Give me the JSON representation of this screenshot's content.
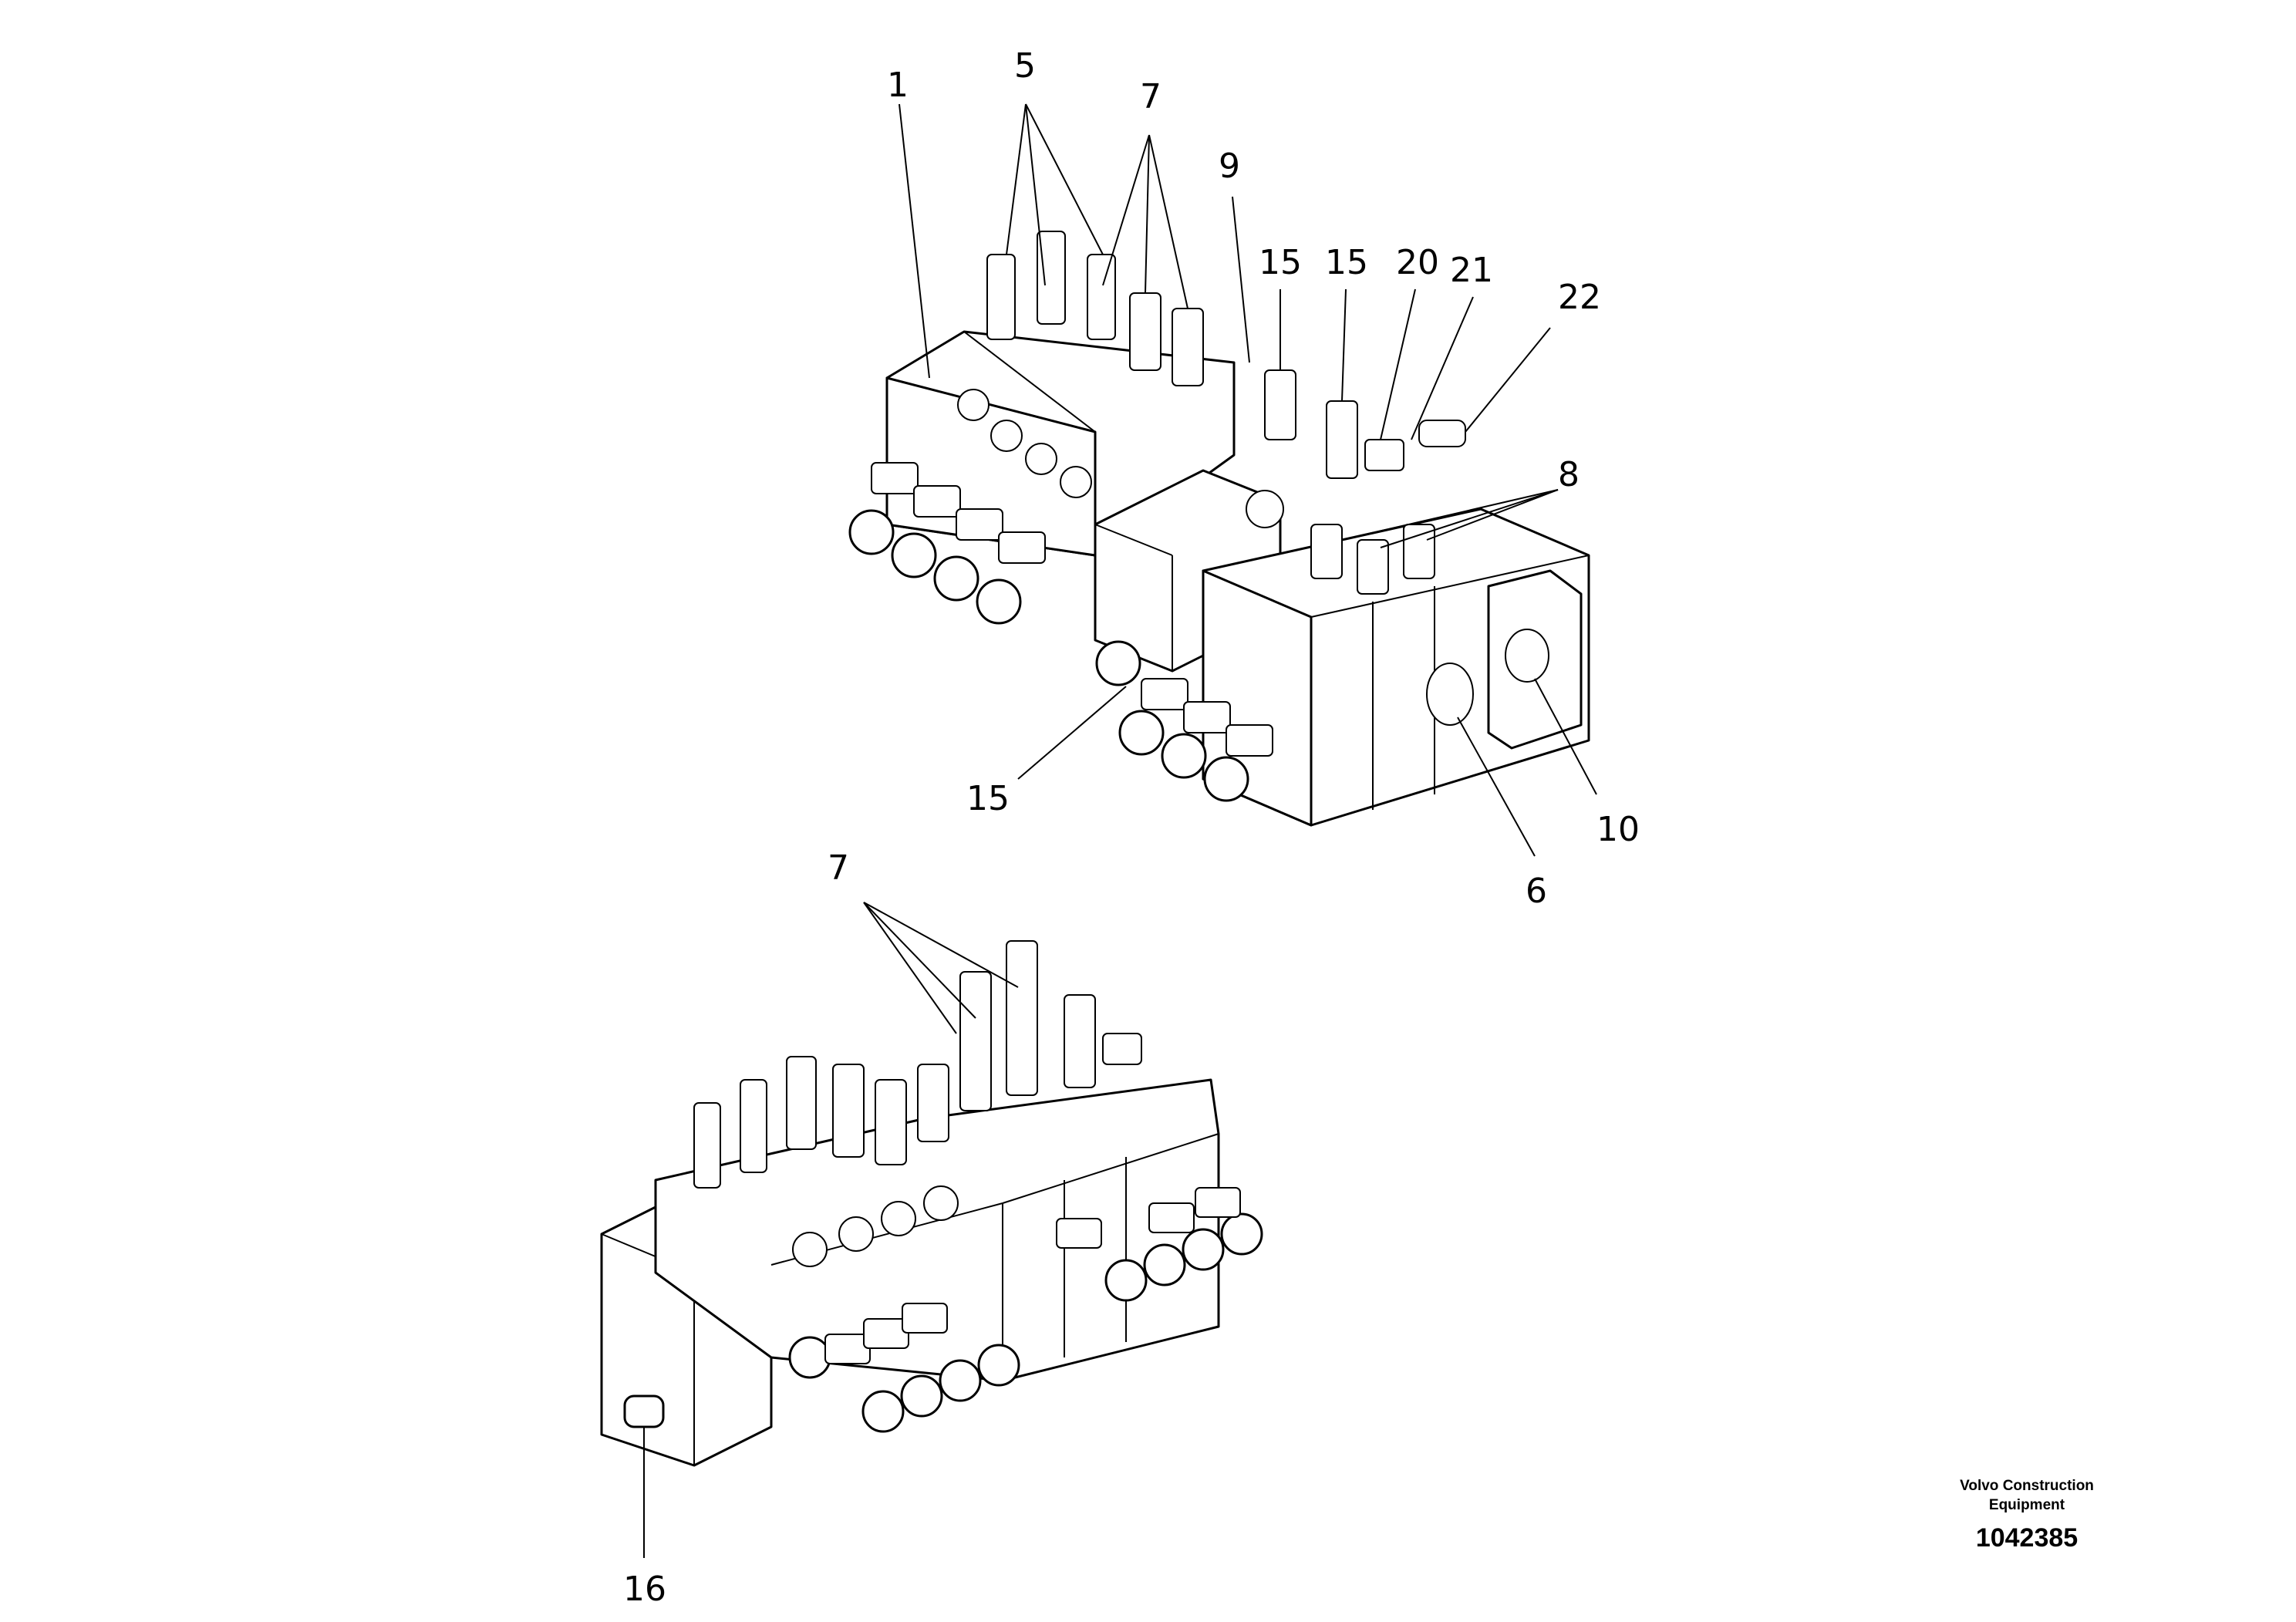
{
  "callouts": {
    "c1": "1",
    "c5": "5",
    "c7a": "7",
    "c9": "9",
    "c15a": "15",
    "c15b": "15",
    "c20": "20",
    "c21": "21",
    "c22": "22",
    "c8": "8",
    "c15c": "15",
    "c10": "10",
    "c6": "6",
    "c7b": "7",
    "c16": "16"
  },
  "title_block": {
    "brand_line1": "Volvo Construction",
    "brand_line2": "Equipment",
    "drawing_number": "1042385"
  }
}
